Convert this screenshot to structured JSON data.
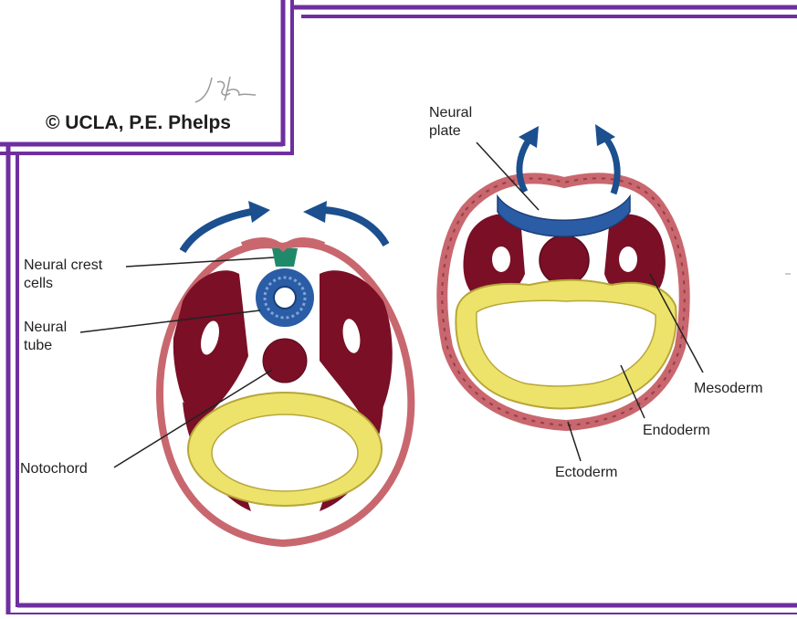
{
  "credit": {
    "copyright": "© UCLA, P.E. Phelps",
    "signature": "JSh"
  },
  "colors": {
    "frame": "#6f2f9f",
    "ectoderm": "#c9676f",
    "mesoderm": "#7a0f26",
    "neural": "#2b5da6",
    "endoderm": "#ede36b",
    "neural_crest": "#1f8a6a",
    "arrows": "#1b4f8e"
  },
  "left_diagram": {
    "labels": {
      "neural_crest_line1": "Neural crest",
      "neural_crest_line2": "cells",
      "neural_tube_line1": "Neural",
      "neural_tube_line2": "tube",
      "notochord": "Notochord"
    }
  },
  "right_diagram": {
    "labels": {
      "neural_plate_line1": "Neural",
      "neural_plate_line2": "plate",
      "mesoderm": "Mesoderm",
      "endoderm": "Endoderm",
      "ectoderm": "Ectoderm"
    }
  }
}
